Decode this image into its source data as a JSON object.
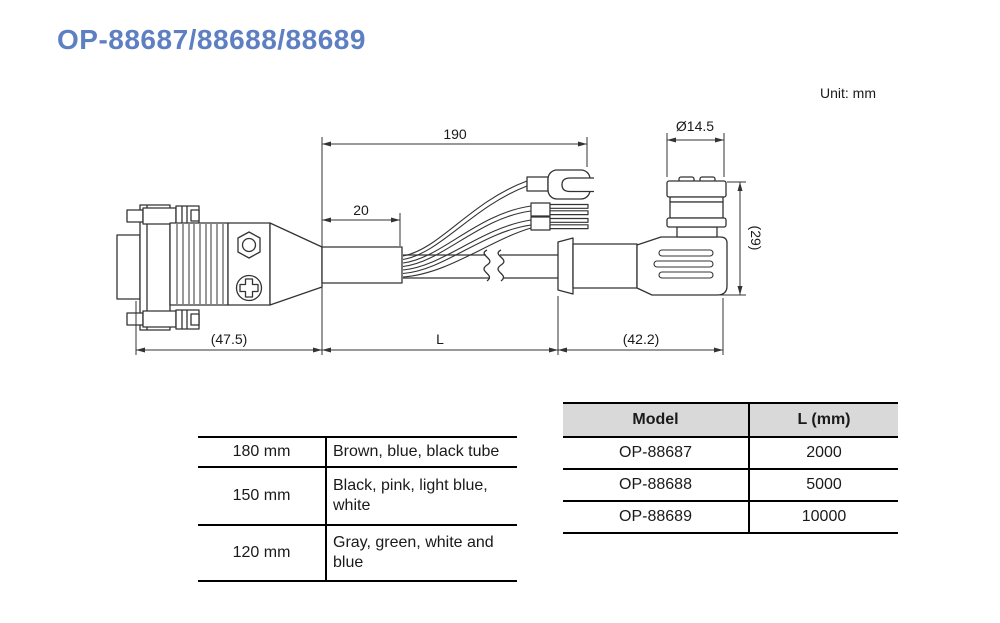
{
  "page": {
    "title": "OP-88687/88688/88689",
    "unit_note": "Unit: mm"
  },
  "diagram": {
    "dimensions": {
      "breakout_length": "190",
      "strip_length": "20",
      "connector_diameter": "Ø14.5",
      "connector_height": "(29)",
      "dsub_length": "(47.5)",
      "cable_length": "L",
      "right_connector_length": "(42.2)"
    }
  },
  "wire_table": {
    "rows": [
      {
        "length": "180 mm",
        "wires": "Brown, blue, black tube"
      },
      {
        "length": "150 mm",
        "wires": "Black, pink, light blue, white"
      },
      {
        "length": "120 mm",
        "wires": "Gray, green, white and blue"
      }
    ]
  },
  "model_table": {
    "headers": {
      "model": "Model",
      "length": "L (mm)"
    },
    "rows": [
      {
        "model": "OP-88687",
        "length": "2000"
      },
      {
        "model": "OP-88688",
        "length": "5000"
      },
      {
        "model": "OP-88689",
        "length": "10000"
      }
    ]
  },
  "colors": {
    "title_blue": "#5f7fc3",
    "line": "#333333",
    "table_header_bg": "#d9d9d9"
  }
}
